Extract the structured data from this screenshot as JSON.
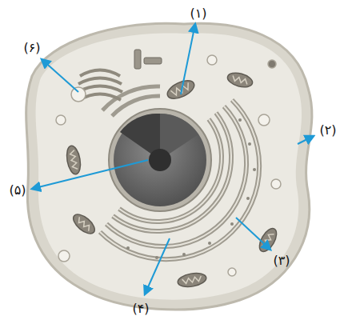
{
  "diagram": {
    "labels": [
      "(۱)",
      "(۲)",
      "(۳)",
      "(۴)",
      "(۵)",
      "(۶)"
    ]
  }
}
